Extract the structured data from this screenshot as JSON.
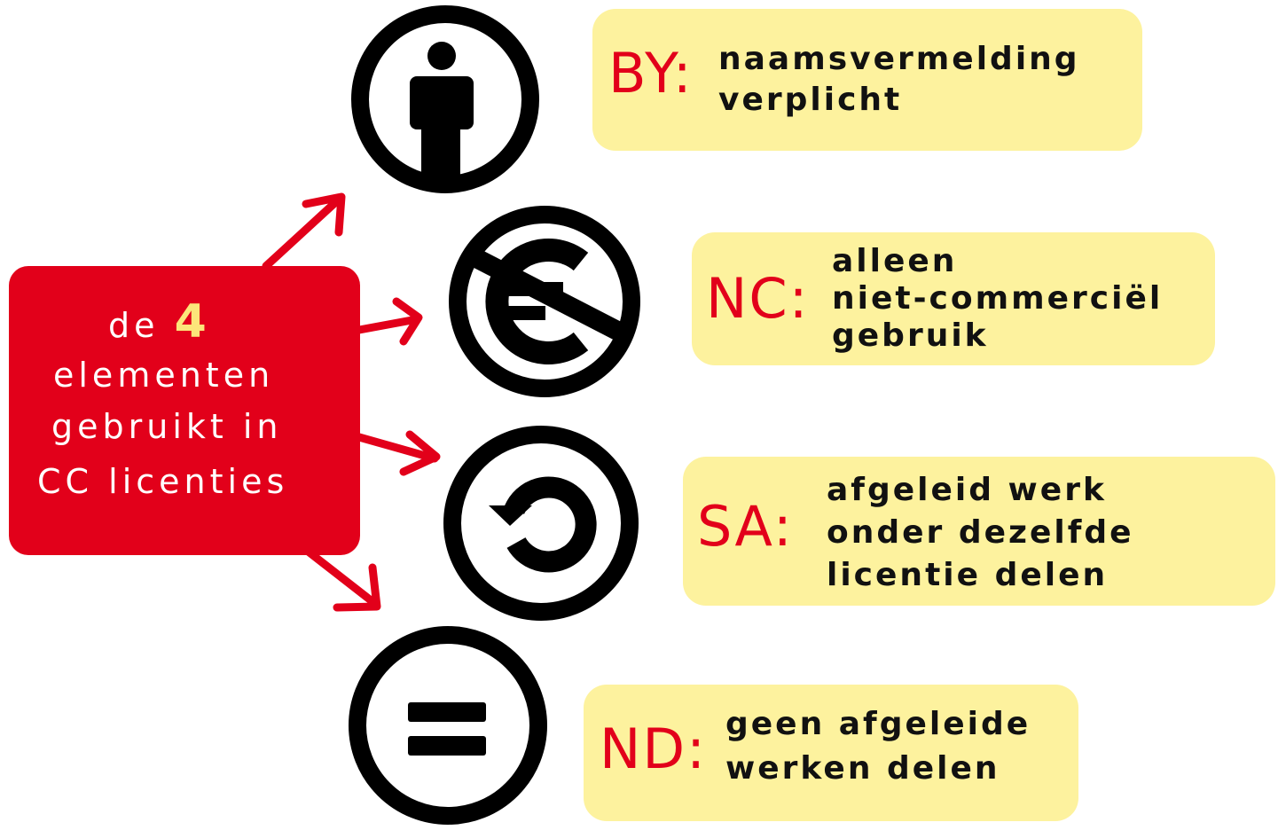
{
  "title_box": {
    "line1_prefix": "de",
    "line1_number": "4",
    "line2": "elementen",
    "line3": "gebruikt in",
    "line4": "CC licenties"
  },
  "elements": [
    {
      "code": "BY:",
      "icon": "person-icon",
      "desc_lines": [
        "naamsvermelding",
        "verplicht"
      ]
    },
    {
      "code": "NC:",
      "icon": "no-euro-icon",
      "desc_lines": [
        "alleen",
        "niet-commerciël",
        "gebruik"
      ]
    },
    {
      "code": "SA:",
      "icon": "share-alike-icon",
      "desc_lines": [
        "afgeleid werk",
        "onder dezelfde",
        "licentie delen"
      ]
    },
    {
      "code": "ND:",
      "icon": "no-derivatives-icon",
      "desc_lines": [
        "geen afgeleide",
        "werken delen"
      ]
    }
  ],
  "colors": {
    "red": "#e2001a",
    "yellow_label": "#fdf29e",
    "yellow_number": "#fce57a",
    "ink": "#111111"
  }
}
